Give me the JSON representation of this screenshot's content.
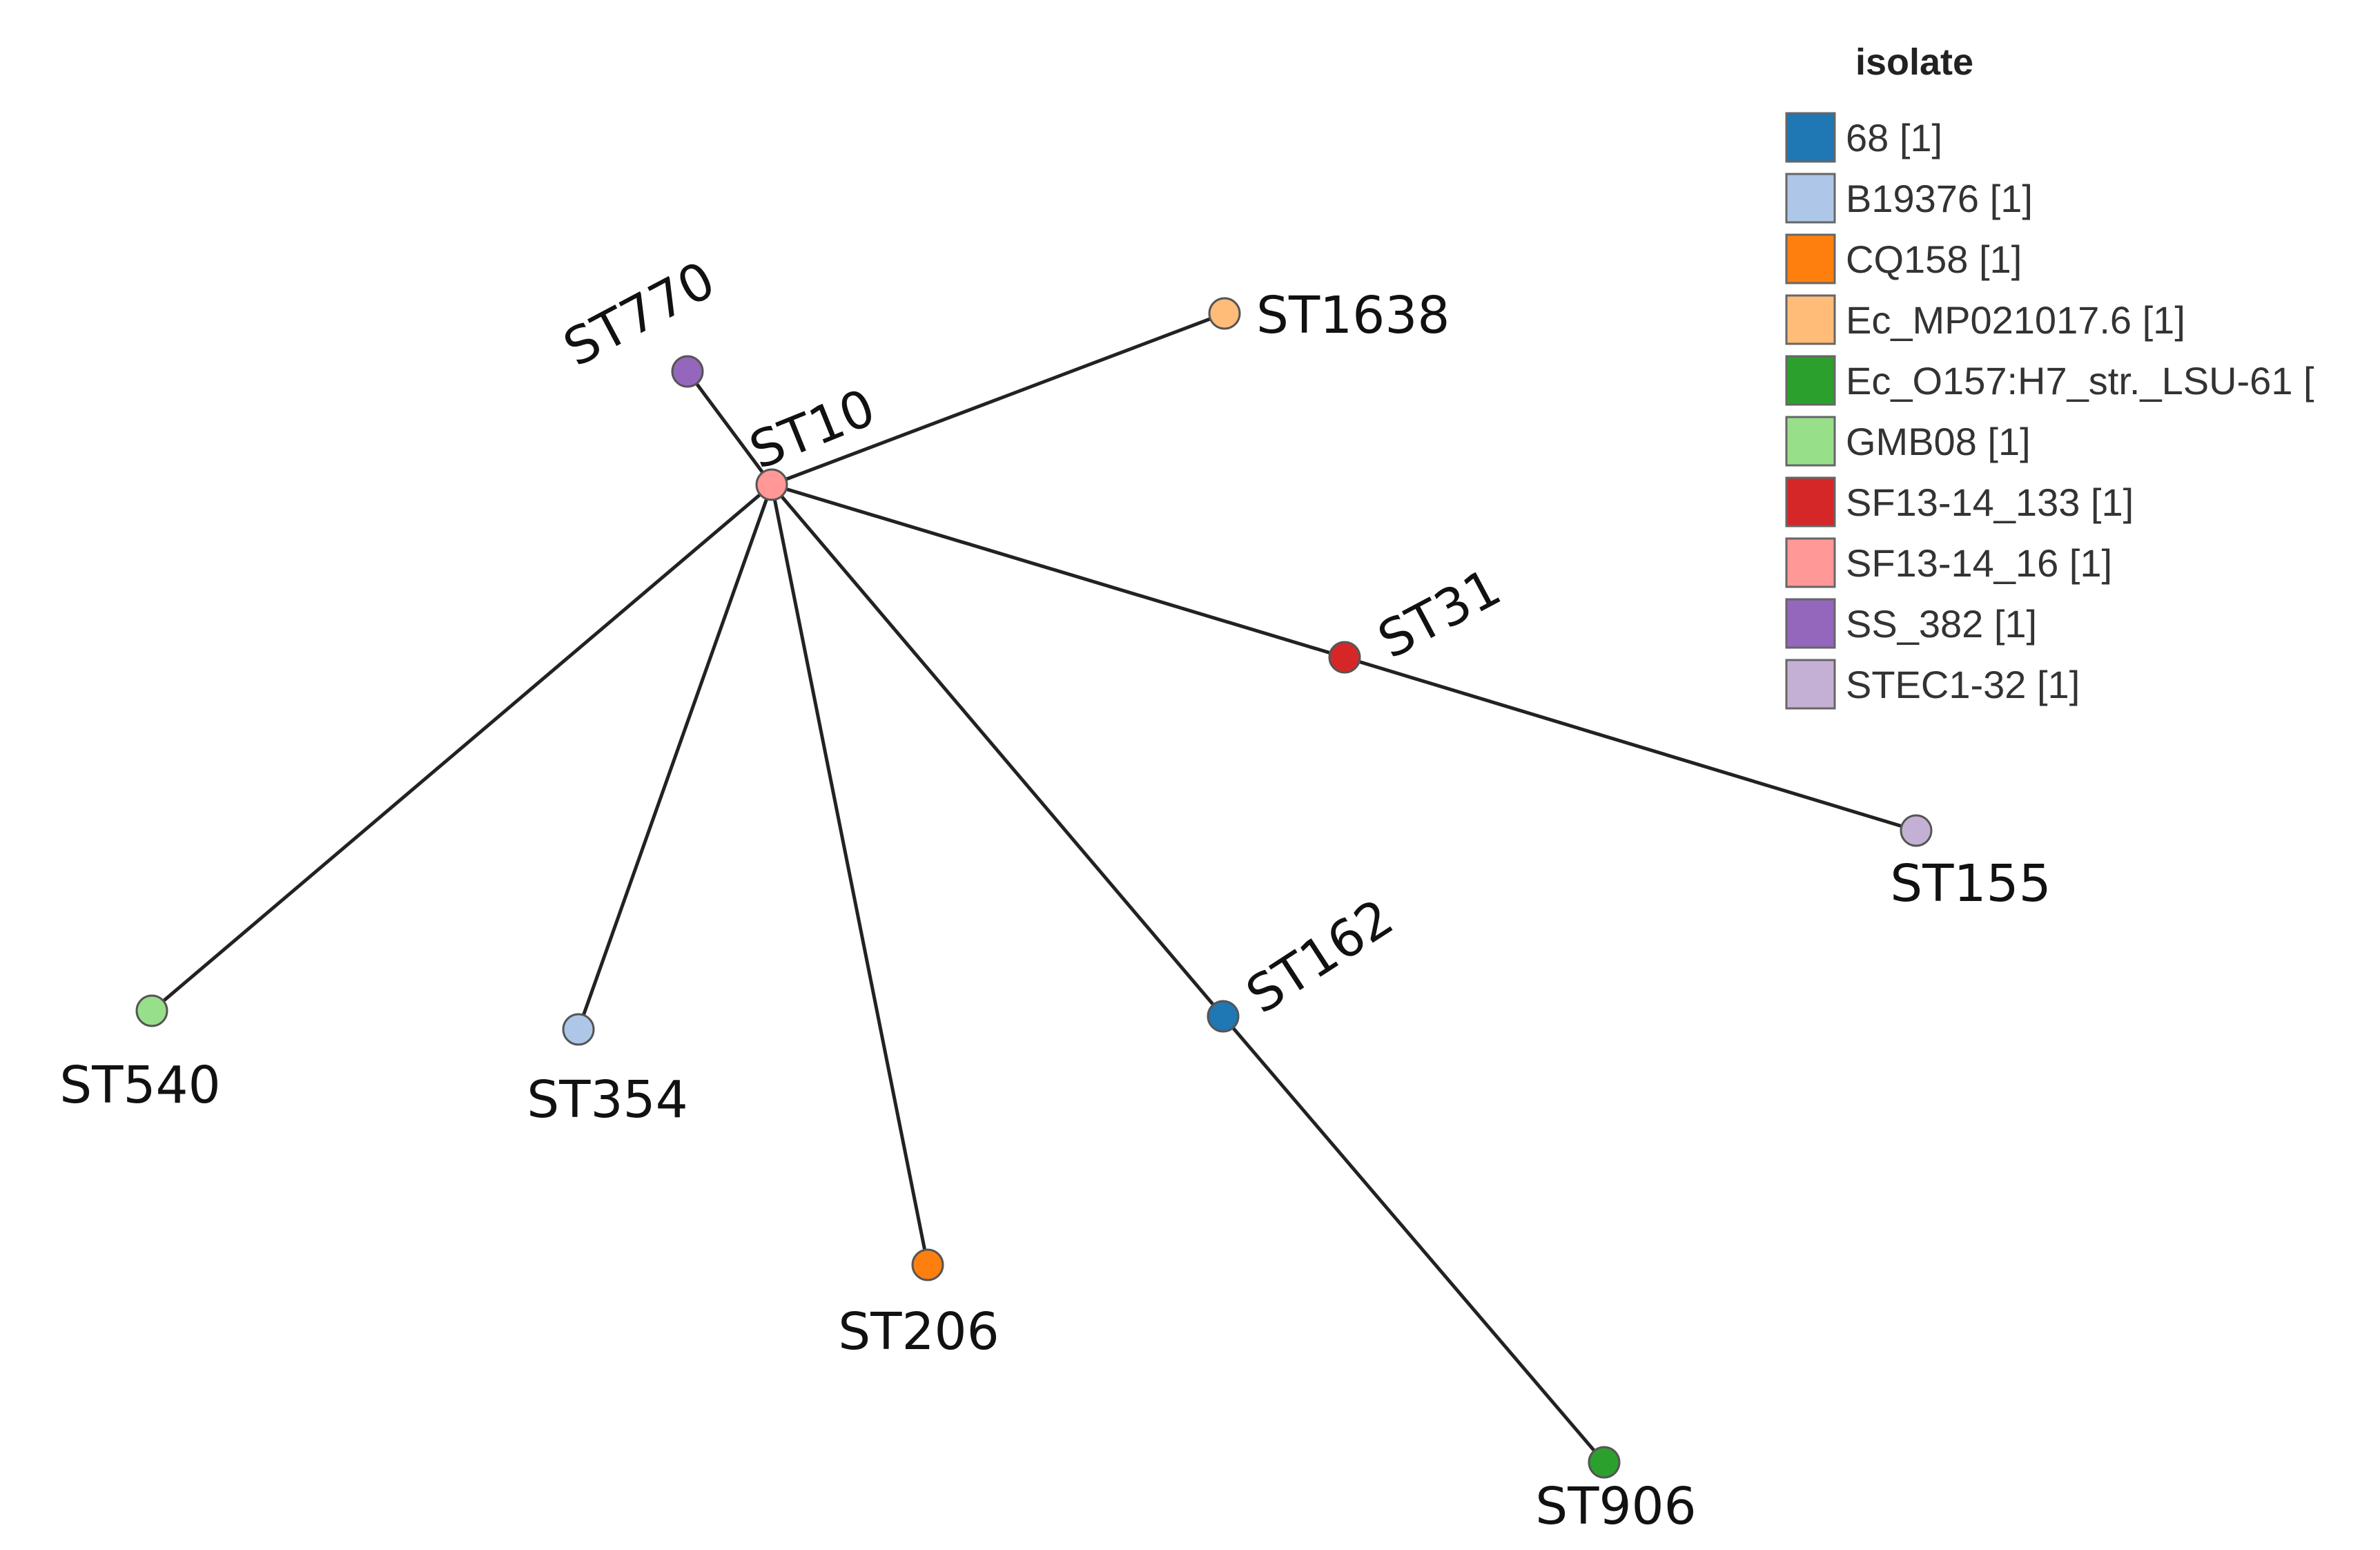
{
  "graph": {
    "nodes": [
      {
        "id": "ST10",
        "label": "ST10",
        "color": "#ff9896"
      },
      {
        "id": "ST770",
        "label": "ST770",
        "color": "#9467bd"
      },
      {
        "id": "ST1638",
        "label": "ST1638",
        "color": "#ffbb78"
      },
      {
        "id": "ST31",
        "label": "ST31",
        "color": "#d62728"
      },
      {
        "id": "ST155",
        "label": "ST155",
        "color": "#c5b0d5"
      },
      {
        "id": "ST540",
        "label": "ST540",
        "color": "#98df8a"
      },
      {
        "id": "ST354",
        "label": "ST354",
        "color": "#aec7e8"
      },
      {
        "id": "ST206",
        "label": "ST206",
        "color": "#ff7f0e"
      },
      {
        "id": "ST162",
        "label": "ST162",
        "color": "#1f77b4"
      },
      {
        "id": "ST906",
        "label": "ST906",
        "color": "#2ca02c"
      }
    ],
    "edges": [
      {
        "from": "ST10",
        "to": "ST770"
      },
      {
        "from": "ST10",
        "to": "ST1638"
      },
      {
        "from": "ST10",
        "to": "ST31"
      },
      {
        "from": "ST31",
        "to": "ST155"
      },
      {
        "from": "ST10",
        "to": "ST540"
      },
      {
        "from": "ST10",
        "to": "ST354"
      },
      {
        "from": "ST10",
        "to": "ST206"
      },
      {
        "from": "ST10",
        "to": "ST162"
      },
      {
        "from": "ST162",
        "to": "ST906"
      }
    ]
  },
  "legend": {
    "title": "isolate",
    "items": [
      {
        "label": "68 [1]",
        "color": "#1f77b4"
      },
      {
        "label": "B19376 [1]",
        "color": "#aec7e8"
      },
      {
        "label": "CQ158 [1]",
        "color": "#ff7f0e"
      },
      {
        "label": "Ec_MP021017.6 [1]",
        "color": "#ffbb78"
      },
      {
        "label": "Ec_O157:H7_str._LSU-61 [",
        "color": "#2ca02c"
      },
      {
        "label": "GMB08 [1]",
        "color": "#98df8a"
      },
      {
        "label": "SF13-14_133 [1]",
        "color": "#d62728"
      },
      {
        "label": "SF13-14_16 [1]",
        "color": "#ff9896"
      },
      {
        "label": "SS_382 [1]",
        "color": "#9467bd"
      },
      {
        "label": "STEC1-32 [1]",
        "color": "#c5b0d5"
      }
    ]
  }
}
